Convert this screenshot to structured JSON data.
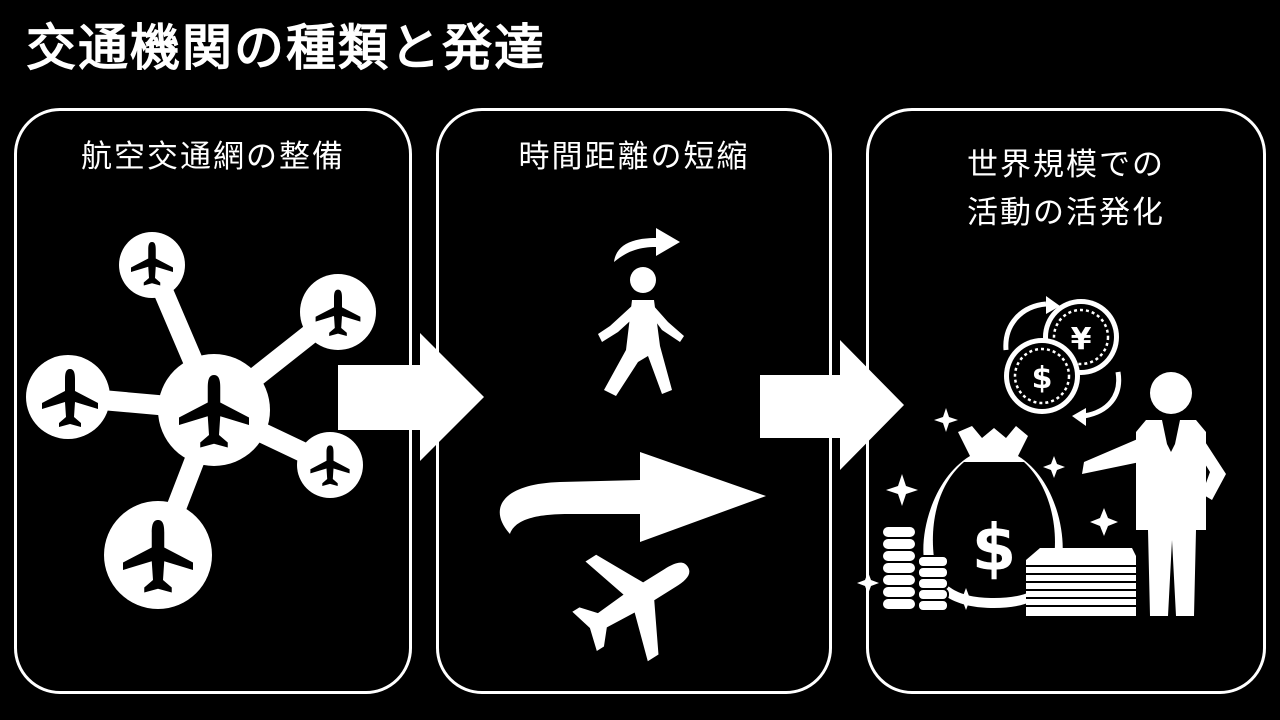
{
  "title": "交通機関の種類と発達",
  "panels": [
    {
      "heading": [
        "航空交通網の整備"
      ],
      "icon": "airplane-network-icon"
    },
    {
      "heading": [
        "時間距離の短縮"
      ],
      "icon": "walking-vs-airplane-icon"
    },
    {
      "heading": [
        "世界規模での",
        "活動の活発化"
      ],
      "icon": "global-economy-icon"
    }
  ],
  "currency": {
    "dollar": "$",
    "yen": "¥"
  },
  "colors": {
    "background": "#000000",
    "foreground": "#ffffff"
  }
}
